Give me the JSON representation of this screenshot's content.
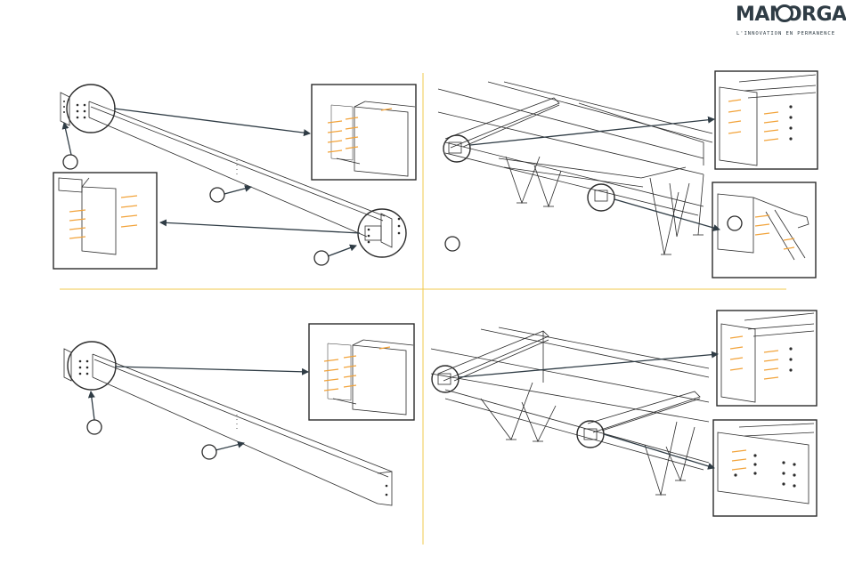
{
  "brand": {
    "name": "MANORGA",
    "tagline": "L'INNOVATION EN PERMANENCE",
    "color": "#2f3c45"
  },
  "colors": {
    "divider": "#f2c94c",
    "line": "#2b2b2b",
    "bolt": "#f2a33a"
  },
  "panels": [
    {
      "id": "top-left",
      "content": "beam-with-end-plates",
      "callouts": 3,
      "detail_views": 2
    },
    {
      "id": "top-right",
      "content": "truss-frame-assembly",
      "callouts": 2,
      "detail_views": 2
    },
    {
      "id": "bottom-left",
      "content": "beam-with-end-plate",
      "callouts": 2,
      "detail_views": 1
    },
    {
      "id": "bottom-right",
      "content": "truss-frame-assembly",
      "callouts": 2,
      "detail_views": 2
    }
  ]
}
